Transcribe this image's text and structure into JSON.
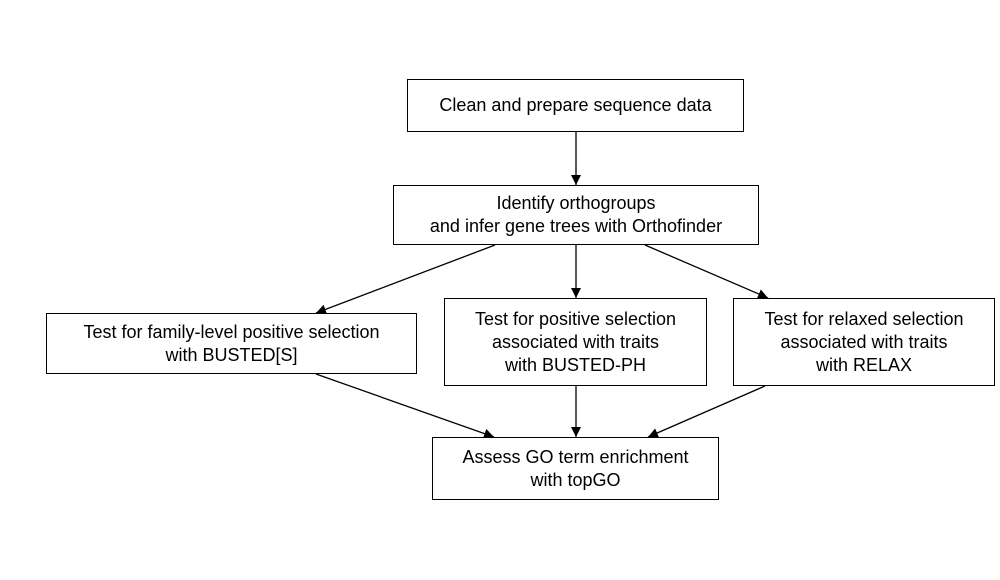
{
  "nodes": {
    "prepare": {
      "lines": [
        "Clean and prepare sequence data"
      ]
    },
    "ortho": {
      "lines": [
        "Identify orthogroups",
        "and infer gene trees with Orthofinder"
      ]
    },
    "busteds": {
      "lines": [
        "Test for family-level positive selection",
        "with BUSTED[S]"
      ]
    },
    "bustedph": {
      "lines": [
        "Test for positive selection",
        "associated with traits",
        "with BUSTED-PH"
      ]
    },
    "relax": {
      "lines": [
        "Test for relaxed selection",
        "associated with traits",
        "with RELAX"
      ]
    },
    "go": {
      "lines": [
        "Assess GO term enrichment",
        "with topGO"
      ]
    }
  },
  "edges": [
    {
      "from": "prepare",
      "to": "ortho"
    },
    {
      "from": "ortho",
      "to": "busteds"
    },
    {
      "from": "ortho",
      "to": "bustedph"
    },
    {
      "from": "ortho",
      "to": "relax"
    },
    {
      "from": "busteds",
      "to": "go"
    },
    {
      "from": "bustedph",
      "to": "go"
    },
    {
      "from": "relax",
      "to": "go"
    }
  ]
}
